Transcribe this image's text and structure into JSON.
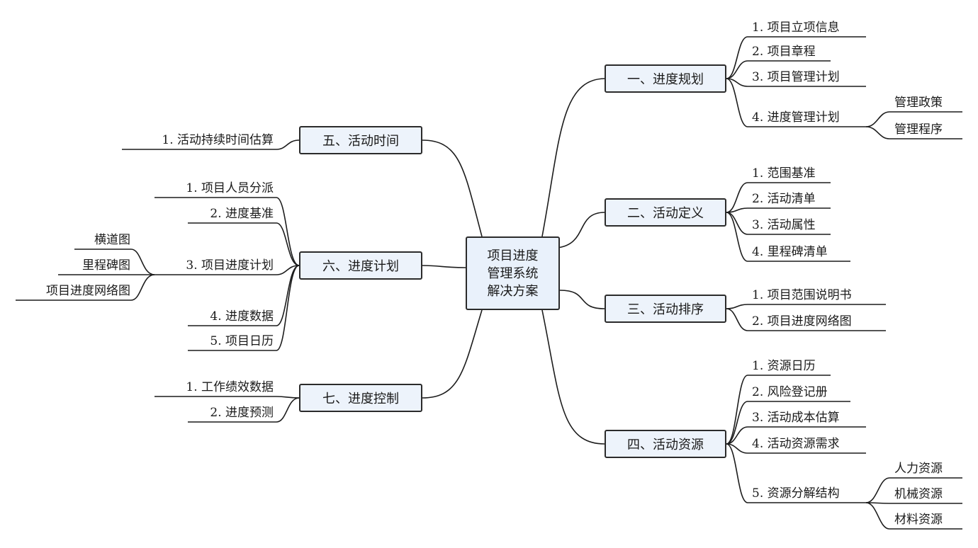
{
  "center": {
    "line1": "项目进度",
    "line2": "管理系统",
    "line3": "解决方案"
  },
  "branches": {
    "b1": {
      "title": "一、进度规划",
      "items": [
        "1. 项目立项信息",
        "2. 项目章程",
        "3. 项目管理计划",
        "4. 进度管理计划"
      ],
      "sub": [
        "管理政策",
        "管理程序"
      ]
    },
    "b2": {
      "title": "二、活动定义",
      "items": [
        "1. 范围基准",
        "2. 活动清单",
        "3. 活动属性",
        "4. 里程碑清单"
      ]
    },
    "b3": {
      "title": "三、活动排序",
      "items": [
        "1. 项目范围说明书",
        "2. 项目进度网络图"
      ]
    },
    "b4": {
      "title": "四、活动资源",
      "items": [
        "1. 资源日历",
        "2. 风险登记册",
        "3. 活动成本估算",
        "4. 活动资源需求",
        "5. 资源分解结构"
      ],
      "sub": [
        "人力资源",
        "机械资源",
        "材料资源"
      ]
    },
    "b5": {
      "title": "五、活动时间",
      "items": [
        "1. 活动持续时间估算"
      ]
    },
    "b6": {
      "title": "六、进度计划",
      "items": [
        "1. 项目人员分派",
        "2. 进度基准",
        "3. 项目进度计划",
        "4. 进度数据",
        "5. 项目日历"
      ],
      "sub": [
        "横道图",
        "里程碑图",
        "项目进度网络图"
      ]
    },
    "b7": {
      "title": "七、进度控制",
      "items": [
        "1. 工作绩效数据",
        "2. 进度预测"
      ]
    }
  }
}
